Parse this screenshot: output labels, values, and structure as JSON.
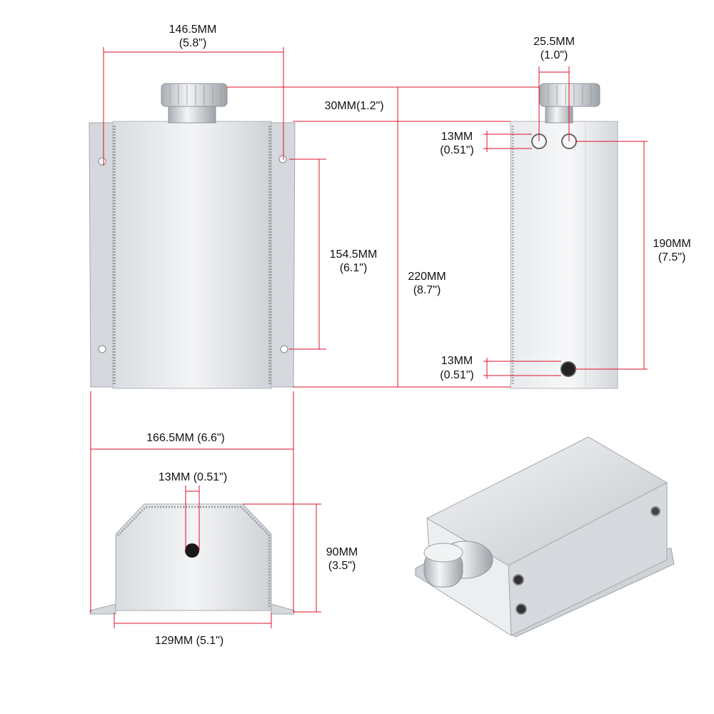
{
  "dimensions": {
    "top_width_mm": "146.5MM",
    "top_width_in": "(5.8\")",
    "outlet_spacing_mm": "25.5MM",
    "outlet_spacing_in": "(1.0\")",
    "cap_height": "30MM(1.2\")",
    "port_top_mm": "13MM",
    "port_top_in": "(0.51\")",
    "hole_spacing_mm": "154.5MM",
    "hole_spacing_in": "(6.1\")",
    "overall_height_mm": "220MM",
    "overall_height_in": "(8.7\")",
    "body_height_mm": "190MM",
    "body_height_in": "(7.5\")",
    "port_bottom_mm": "13MM",
    "port_bottom_in": "(0.51\")",
    "flange_width": "166.5MM (6.6\")",
    "bottom_port": "13MM (0.51\")",
    "depth_mm": "90MM",
    "depth_in": "(3.5\")",
    "base_width": "129MM (5.1\")"
  },
  "colors": {
    "dimension_line": "#e0102a",
    "metal_light": "#eef0f2",
    "metal_mid": "#c9ccd1",
    "metal_dark": "#8e939a"
  }
}
